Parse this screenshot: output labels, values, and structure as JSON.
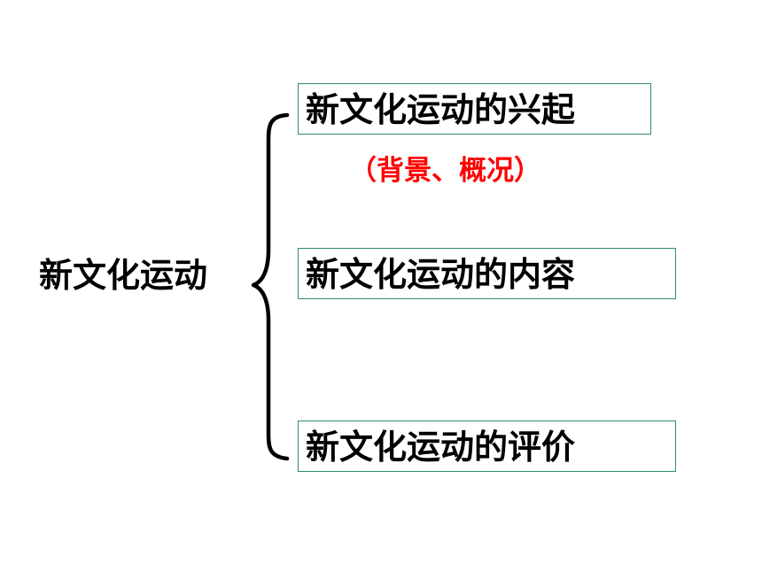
{
  "root": {
    "label": "新文化运动"
  },
  "branches": [
    {
      "label": "新文化运动的兴起"
    },
    {
      "label": "新文化运动的内容"
    },
    {
      "label": "新文化运动的评价"
    }
  ],
  "note": {
    "label": "（背景、概况）"
  },
  "colors": {
    "text": "#000000",
    "note": "#ff0000",
    "box_border": "#2e8b7a",
    "background": "#ffffff"
  }
}
